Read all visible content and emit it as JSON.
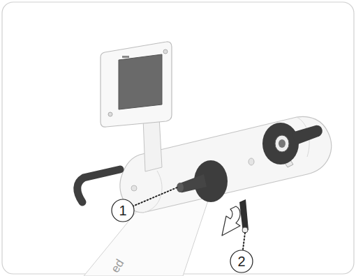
{
  "diagram": {
    "labels": [
      "1",
      "2",
      "ed"
    ]
  }
}
